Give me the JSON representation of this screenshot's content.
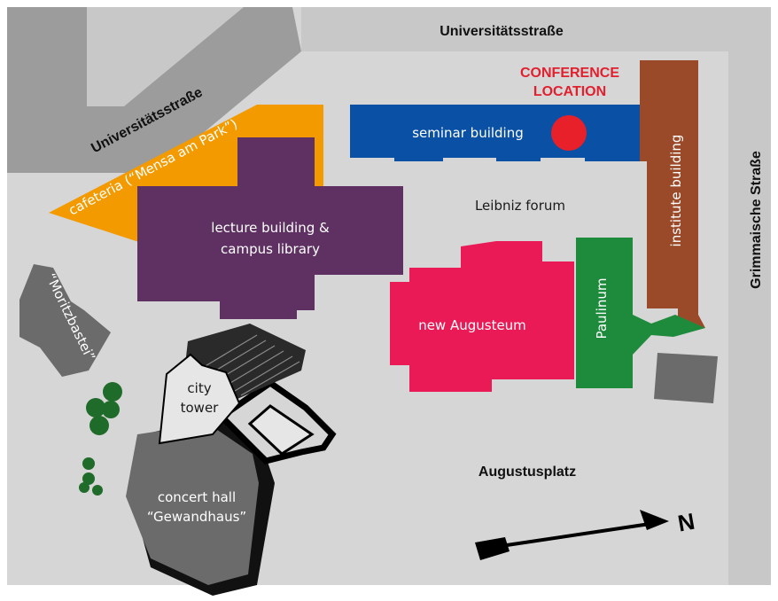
{
  "colors": {
    "plaza": "#d6d6d6",
    "street": "#9c9c9c",
    "outer_wall": "#c8c8c8",
    "seminar_building": "#0a50a4",
    "conference_marker": "#e8202a",
    "conference_text": "#e0202e",
    "institute_building": "#9a4a28",
    "cafeteria": "#f39a00",
    "lecture_building": "#5e3162",
    "new_augusteum": "#ea1a56",
    "paulinum": "#1e8a3c",
    "dark_gray_building": "#6b6b6b",
    "trees": "#1f6b2a"
  },
  "streets": {
    "north_right": "Universitätsstraße",
    "north_left": "Universitätsstraße",
    "east": "Grimmaische Straße"
  },
  "conference": {
    "line1": "CONFERENCE",
    "line2": "LOCATION"
  },
  "buildings": {
    "seminar": "seminar building",
    "institute": "institute building",
    "cafeteria": "cafeteria (“Mensa am Park”)",
    "lecture_line1": "lecture building &",
    "lecture_line2": "campus library",
    "new_augusteum": "new Augusteum",
    "paulinum": "Paulinum",
    "moritzbastei": "“Moritzbastei”",
    "city_tower_line1": "city",
    "city_tower_line2": "tower",
    "concert_hall_line1": "concert hall",
    "concert_hall_line2": "“Gewandhaus”"
  },
  "places": {
    "leibniz_forum": "Leibniz forum",
    "augustusplatz": "Augustusplatz"
  },
  "compass": {
    "label": "N",
    "icon": "north-arrow-icon"
  }
}
